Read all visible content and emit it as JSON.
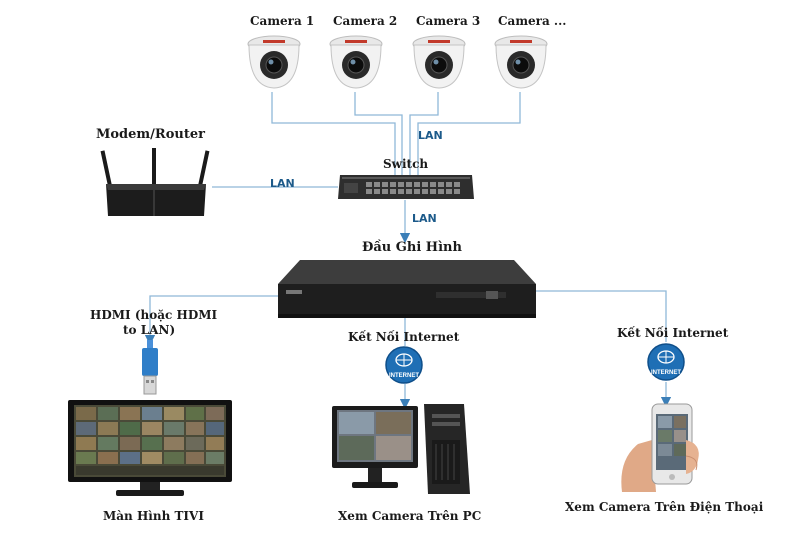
{
  "cameras": [
    {
      "label": "Camera 1"
    },
    {
      "label": "Camera 2"
    },
    {
      "label": "Camera 3"
    },
    {
      "label": "Camera ..."
    }
  ],
  "router": {
    "label": "Modem/Router"
  },
  "switch": {
    "label": "Switch"
  },
  "recorder": {
    "label": "Đầu Ghi Hình"
  },
  "links": {
    "lan_cameras": "LAN",
    "lan_router": "LAN",
    "lan_recorder": "LAN",
    "hdmi": "HDMI (hoặc HDMI",
    "hdmi2": "to LAN)",
    "internet_pc": "Kết Nối Internet",
    "internet_phone": "Kết Nối Internet"
  },
  "globe_text": "INTERNET",
  "outputs": {
    "tv": "Màn Hình TIVI",
    "pc": "Xem Camera Trên PC",
    "phone": "Xem Camera Trên Điện Thoại"
  },
  "colors": {
    "wire": "#8fb8d8",
    "arrow": "#3b7fb8",
    "globe": "#1f6fb5",
    "device_dark": "#1e1e1e"
  }
}
